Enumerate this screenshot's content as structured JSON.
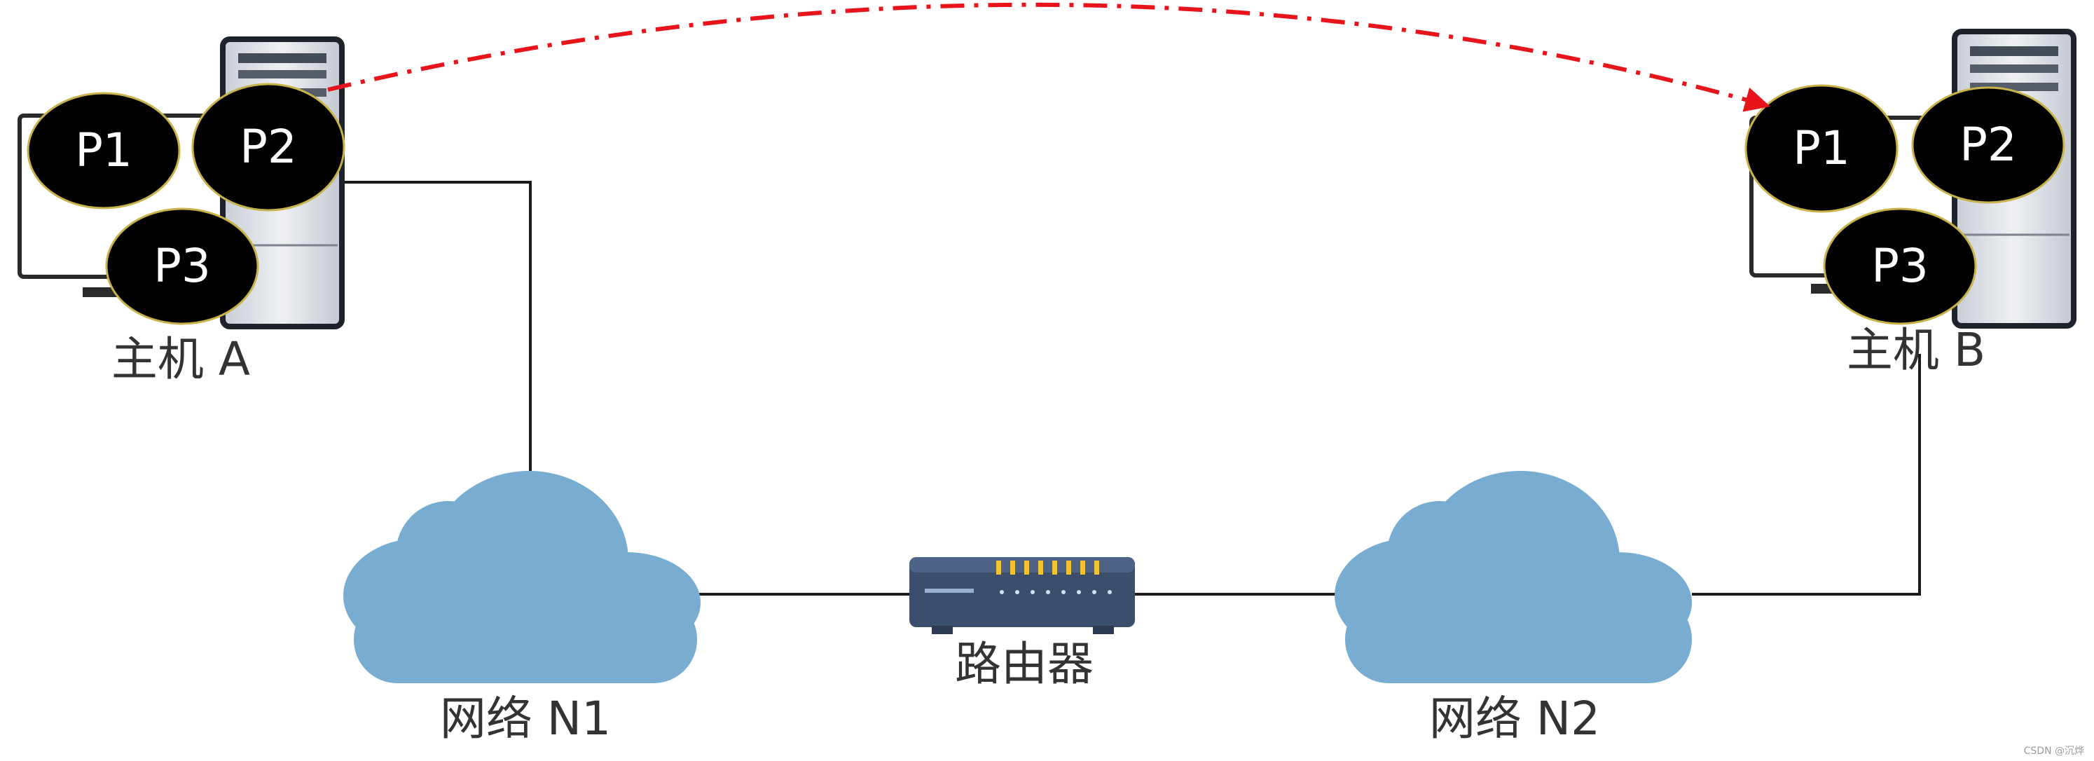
{
  "diagram": {
    "host_a": {
      "label": "主机 A",
      "processes": [
        "P1",
        "P2",
        "P3"
      ]
    },
    "host_b": {
      "label": "主机 B",
      "processes": [
        "P1",
        "P2",
        "P3"
      ]
    },
    "network_n1": {
      "label": "网络 N1"
    },
    "network_n2": {
      "label": "网络 N2"
    },
    "router": {
      "label": "路由器"
    },
    "watermark": "CSDN @沉烨"
  },
  "colors": {
    "process_fill": "#000000",
    "process_stroke": "#c9b24a",
    "process_text": "#ffffff",
    "cloud": "#78acd0",
    "arrow": "#e8141c",
    "link": "#1a1a1a",
    "router_body": "#3b4e6b",
    "router_light": "#f2c230",
    "text": "#333333"
  },
  "icons": {
    "computer": "desktop-computer-icon",
    "cloud": "cloud-icon",
    "router": "router-icon"
  }
}
